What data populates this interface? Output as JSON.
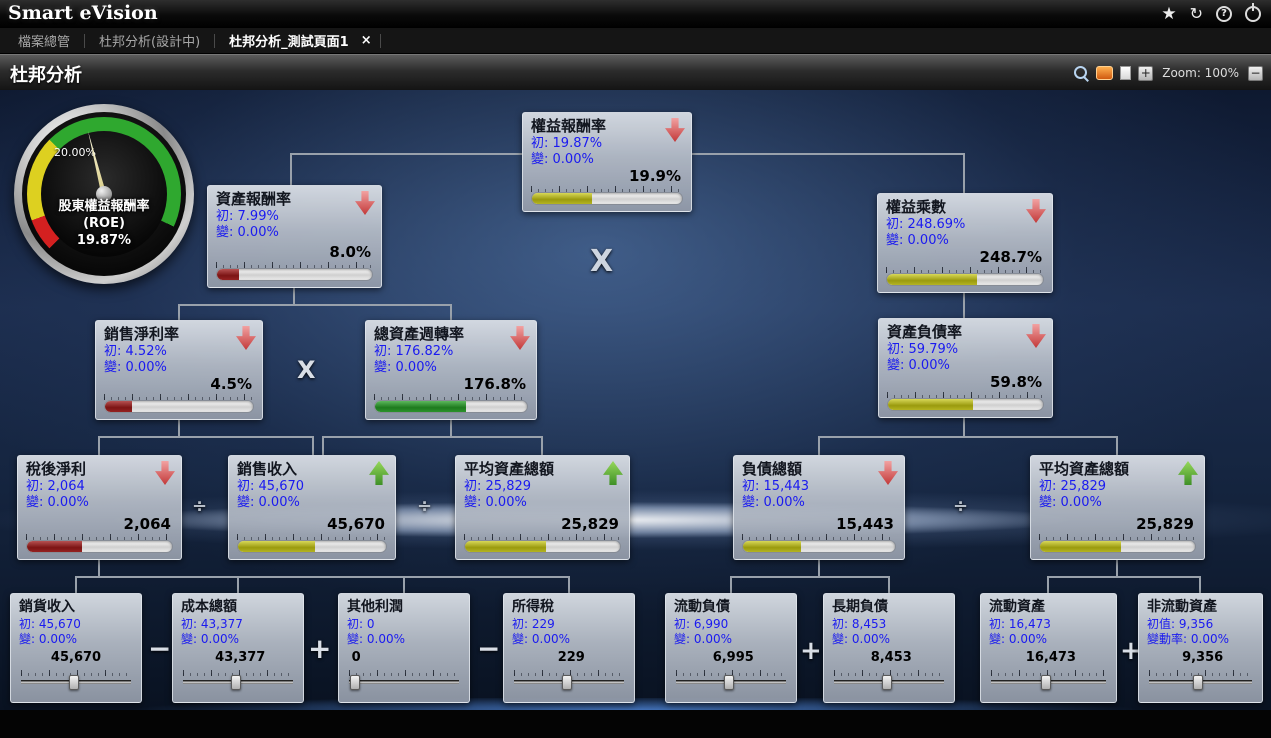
{
  "header": {
    "app_title": "Smart eVision",
    "star_glyph": "★",
    "refresh_glyph": "↻",
    "help_glyph": "?"
  },
  "tabs": {
    "items": [
      {
        "label": "檔案總管"
      },
      {
        "label": "杜邦分析(設計中)"
      },
      {
        "label": "杜邦分析_測試頁面1",
        "close_label": "×"
      }
    ]
  },
  "toolbar": {
    "title": "杜邦分析",
    "plus_label": "+",
    "zoom_label": "Zoom: 100%",
    "minus_label": "−"
  },
  "gauge": {
    "tick_label": "20.00%",
    "label1": "股東權益報酬率",
    "label2": "(ROE)",
    "value": "19.87%"
  },
  "operators": {
    "times": "X",
    "divide": "÷",
    "minus": "−",
    "plus": "+"
  },
  "cards": {
    "roe": {
      "title": "權益報酬率",
      "init_label": "初:",
      "init_value": "19.87%",
      "change_label": "變:",
      "change_value": "0.00%",
      "value": "19.9%",
      "trend": "down",
      "bar_style": "width:40%"
    },
    "roa": {
      "title": "資產報酬率",
      "init_label": "初:",
      "init_value": "7.99%",
      "change_label": "變:",
      "change_value": "0.00%",
      "value": "8.0%",
      "trend": "down",
      "bar_style": "width:14%"
    },
    "em": {
      "title": "權益乘數",
      "init_label": "初:",
      "init_value": "248.69%",
      "change_label": "變:",
      "change_value": "0.00%",
      "value": "248.7%",
      "trend": "down",
      "bar_style": "width:58%"
    },
    "npm": {
      "title": "銷售淨利率",
      "init_label": "初:",
      "init_value": "4.52%",
      "change_label": "變:",
      "change_value": "0.00%",
      "value": "4.5%",
      "trend": "down",
      "bar_style": "width:18%"
    },
    "tat": {
      "title": "總資產週轉率",
      "init_label": "初:",
      "init_value": "176.82%",
      "change_label": "變:",
      "change_value": "0.00%",
      "value": "176.8%",
      "trend": "down",
      "bar_style": "width:60%"
    },
    "dar": {
      "title": "資產負債率",
      "init_label": "初:",
      "init_value": "59.79%",
      "change_label": "變:",
      "change_value": "0.00%",
      "value": "59.8%",
      "trend": "down",
      "bar_style": "width:55%"
    },
    "net_profit": {
      "title": "稅後淨利",
      "init_label": "初:",
      "init_value": "2,064",
      "change_label": "變:",
      "change_value": "0.00%",
      "value": "2,064",
      "trend": "down",
      "bar_style": "width:38%"
    },
    "sales": {
      "title": "銷售收入",
      "init_label": "初:",
      "init_value": "45,670",
      "change_label": "變:",
      "change_value": "0.00%",
      "value": "45,670",
      "trend": "up",
      "bar_style": "width:52%"
    },
    "avg_assets_left": {
      "title": "平均資產總額",
      "init_label": "初:",
      "init_value": "25,829",
      "change_label": "變:",
      "change_value": "0.00%",
      "value": "25,829",
      "trend": "up",
      "bar_style": "width:52%"
    },
    "total_debt": {
      "title": "負債總額",
      "init_label": "初:",
      "init_value": "15,443",
      "change_label": "變:",
      "change_value": "0.00%",
      "value": "15,443",
      "trend": "down",
      "bar_style": "width:38%"
    },
    "avg_assets_right": {
      "title": "平均資產總額",
      "init_label": "初:",
      "init_value": "25,829",
      "change_label": "變:",
      "change_value": "0.00%",
      "value": "25,829",
      "trend": "up",
      "bar_style": "width:52%"
    },
    "sales_revenue": {
      "title": "銷貨收入",
      "init_label": "初:",
      "init_value": "45,670",
      "change_label": "變:",
      "change_value": "0.00%",
      "value": "45,670",
      "thumb_style": "left:48%",
      "value_style": "left:50%"
    },
    "total_cost": {
      "title": "成本總額",
      "init_label": "初:",
      "init_value": "43,377",
      "change_label": "變:",
      "change_value": "0.00%",
      "value": "43,377",
      "thumb_style": "left:48%",
      "value_style": "left:52%"
    },
    "other_profit": {
      "title": "其他利潤",
      "init_label": "初:",
      "init_value": "0",
      "change_label": "變:",
      "change_value": "0.00%",
      "value": "0",
      "thumb_style": "left:5%",
      "value_style": "left:8%"
    },
    "income_tax": {
      "title": "所得稅",
      "init_label": "初:",
      "init_value": "229",
      "change_label": "變:",
      "change_value": "0.00%",
      "value": "229",
      "thumb_style": "left:48%",
      "value_style": "left:52%"
    },
    "current_liab": {
      "title": "流動負債",
      "init_label": "初:",
      "init_value": "6,990",
      "change_label": "變:",
      "change_value": "0.00%",
      "value": "6,995",
      "thumb_style": "left:48%",
      "value_style": "left:52%"
    },
    "longterm_liab": {
      "title": "長期負債",
      "init_label": "初:",
      "init_value": "8,453",
      "change_label": "變:",
      "change_value": "0.00%",
      "value": "8,453",
      "thumb_style": "left:48%",
      "value_style": "left:52%"
    },
    "current_assets": {
      "title": "流動資產",
      "init_label": "初:",
      "init_value": "16,473",
      "change_label": "變:",
      "change_value": "0.00%",
      "value": "16,473",
      "thumb_style": "left:48%",
      "value_style": "left:52%"
    },
    "noncurrent_assets": {
      "title": "非流動資產",
      "init_label": "初值:",
      "init_value": "9,356",
      "change_label": "變動率:",
      "change_value": "0.00%",
      "value": "9,356",
      "thumb_style": "left:48%",
      "value_style": "left:52%"
    }
  }
}
